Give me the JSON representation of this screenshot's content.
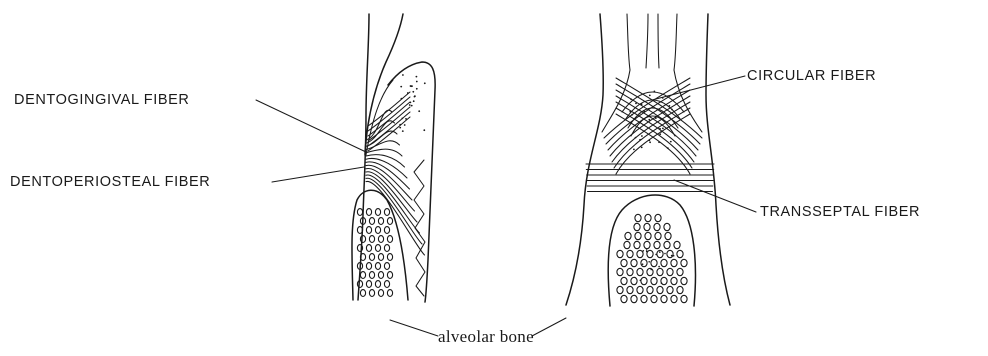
{
  "diagram": {
    "labels": {
      "dentogingival_fiber": "DENTOGINGIVAL FIBER",
      "dentoperiosteal_fiber": "DENTOPERIOSTEAL FIBER",
      "circular_fiber": "CIRCULAR FIBER",
      "transseptal_fiber": "TRANSSEPTAL FIBER",
      "alveolar_bone": "alveolar bone"
    },
    "ink_color": "#1a1a1a",
    "background_color": "#ffffff"
  }
}
